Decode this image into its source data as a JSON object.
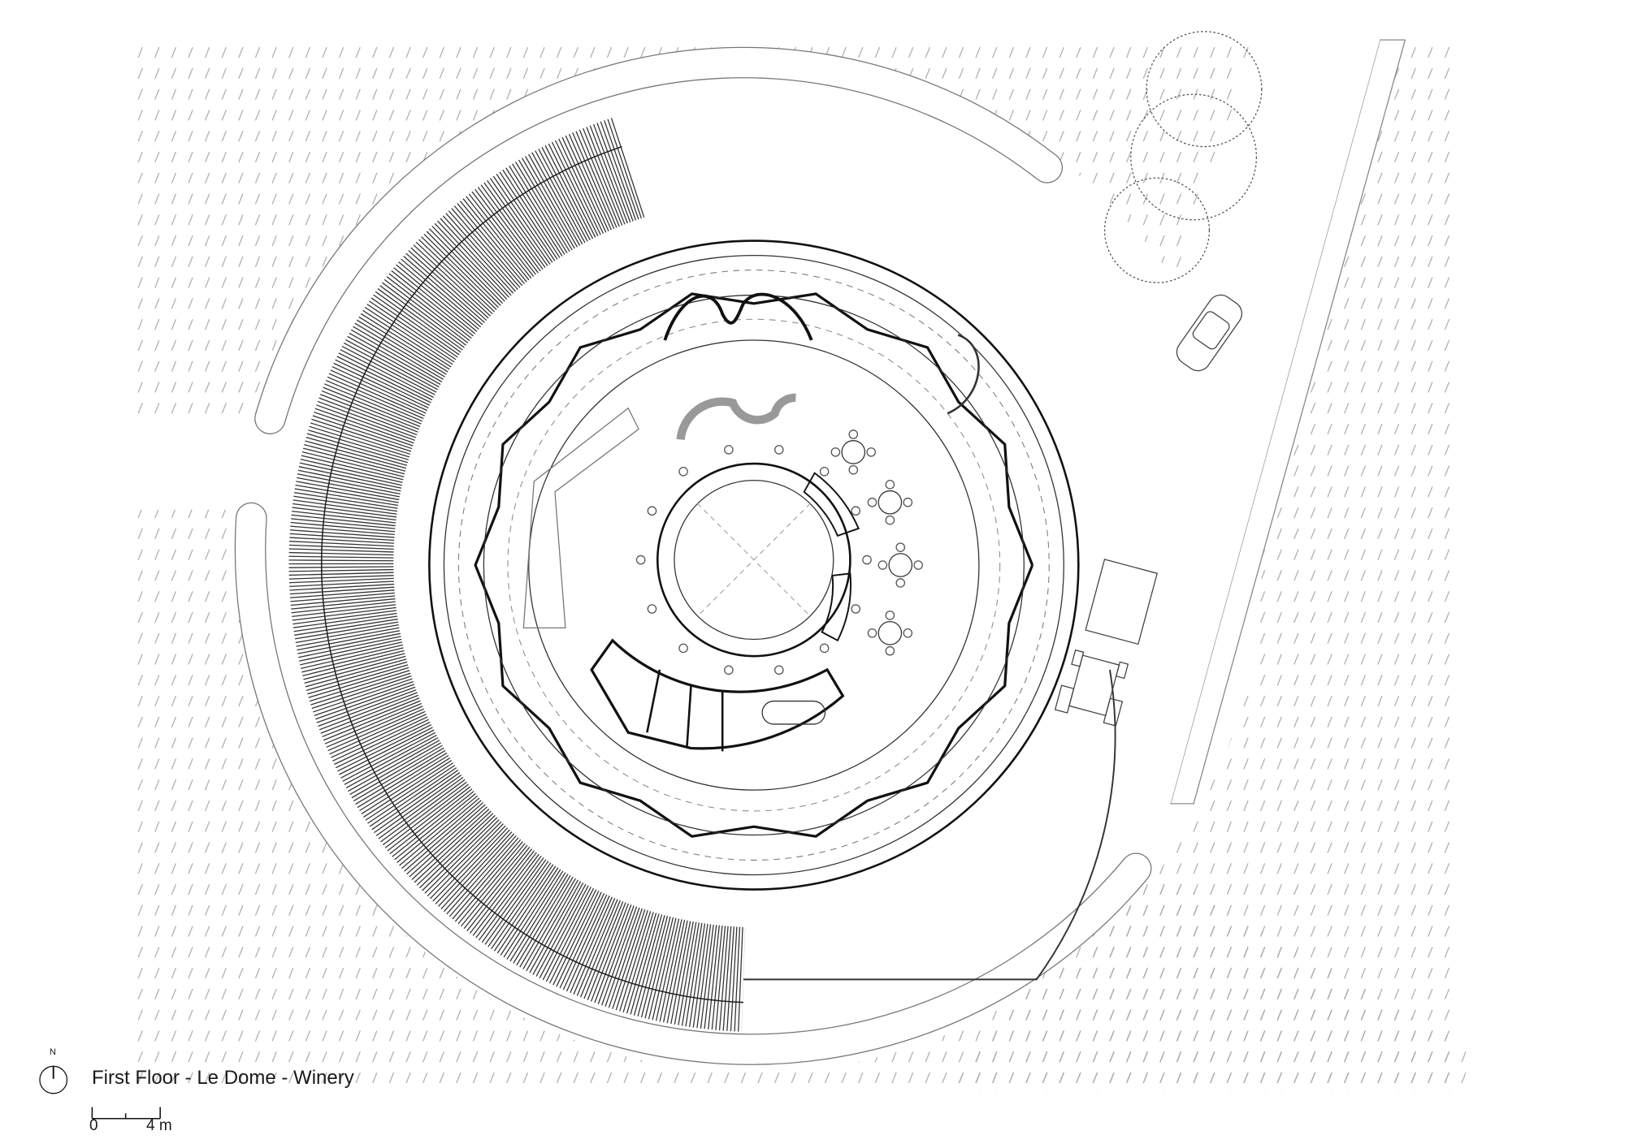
{
  "drawing": {
    "title": "First Floor - Le Dome - Winery",
    "north_label": "N",
    "scale_bar": {
      "start_label": "0",
      "end_label": "4 m",
      "length_m": 4
    },
    "colors": {
      "line": "#1a1a1a",
      "hatch": "#9a9a9a",
      "background": "#ffffff"
    }
  }
}
